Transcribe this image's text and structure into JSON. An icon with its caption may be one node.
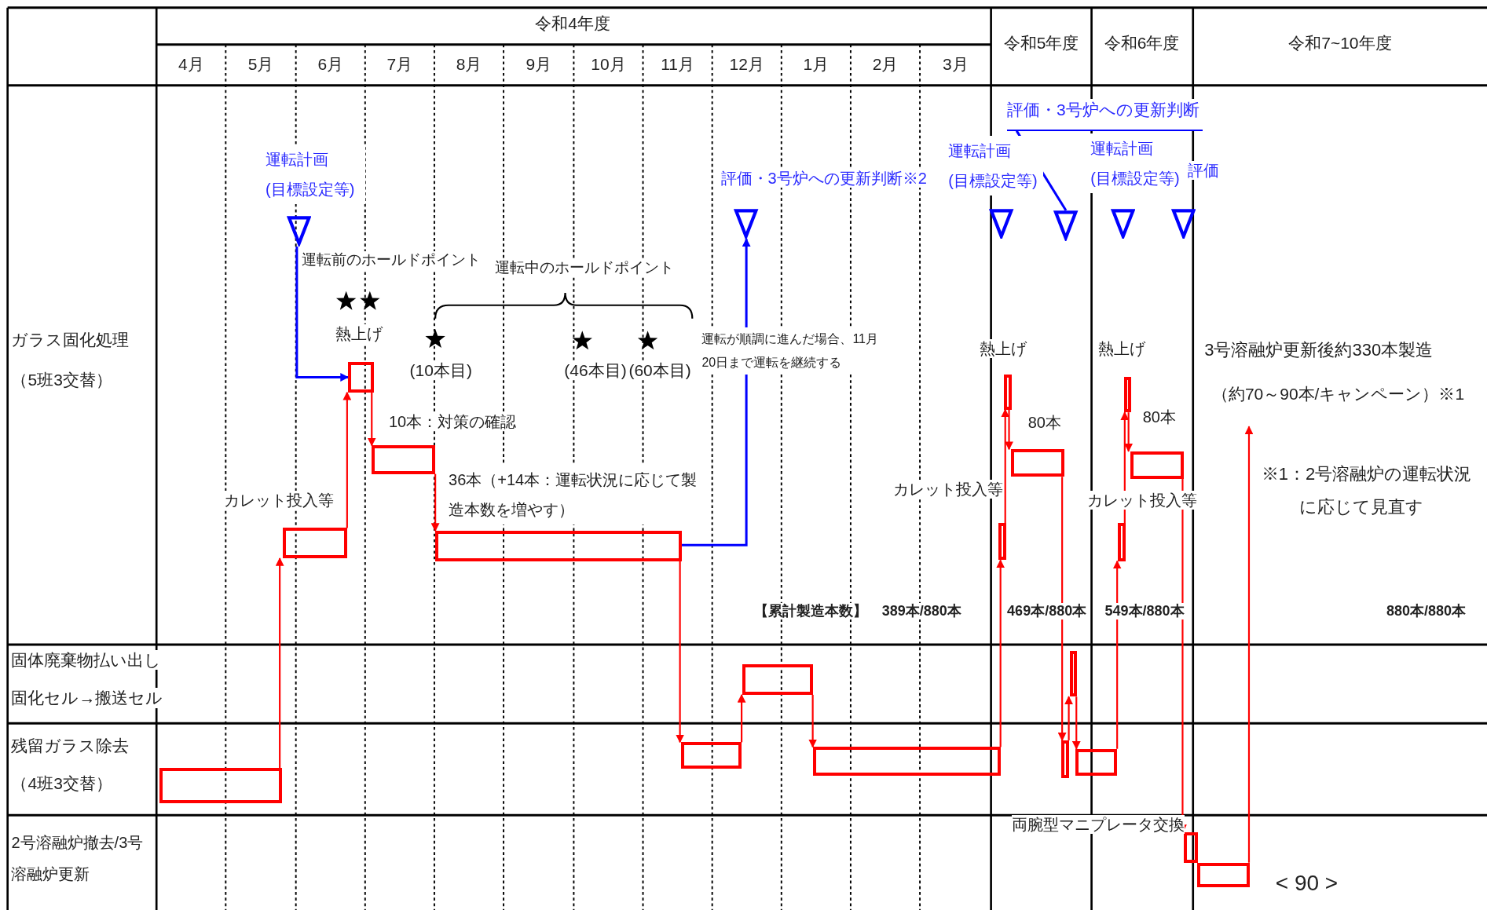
{
  "diagram": {
    "nodes": [
      {
        "text": [],
        "shape": "triangle",
        "beside": [
          "運転計画 (目標設定等)"
        ]
      },
      {
        "text": [],
        "shape": "triangle",
        "beside": [
          "評価・3号炉への更新判断※2"
        ]
      },
      {
        "text": [
          "評価・3号炉への更新判断"
        ]
      },
      {
        "text": [],
        "shape": "triangle",
        "beside": [
          "運転計画 (目標設定等)"
        ]
      },
      {
        "text": [],
        "shape": "triangle"
      },
      {
        "text": [],
        "shape": "triangle"
      },
      {
        "text": [],
        "shape": "triangle",
        "beside": [
          "評価"
        ]
      },
      {
        "text": [
          "3号溶融炉更新後約330本製造",
          "（約70～90本/キャンペーン）※1"
        ]
      },
      {
        "text": [],
        "shape": "bar"
      },
      {
        "text": [],
        "shape": "bar",
        "beside": [
          "カレット投入等"
        ]
      },
      {
        "text": [],
        "shape": "bar",
        "beside": [
          "熱上げ"
        ]
      },
      {
        "text": [],
        "shape": "bar",
        "beside": [
          "10本：対策の確認"
        ]
      },
      {
        "text": [],
        "shape": "bar",
        "beside": [
          "36本（+14本：運転状況に応じて製造本数を増やす）"
        ]
      },
      {
        "text": [],
        "shape": "bar"
      },
      {
        "text": [],
        "shape": "bar"
      },
      {
        "text": [],
        "shape": "bar"
      },
      {
        "text": [],
        "shape": "bar"
      },
      {
        "text": [],
        "shape": "bar",
        "beside": [
          "熱上げ"
        ]
      },
      {
        "text": [],
        "shape": "bar"
      },
      {
        "text": [],
        "shape": "bar"
      },
      {
        "text": [],
        "shape": "bar"
      },
      {
        "text": [],
        "shape": "bar"
      },
      {
        "text": [],
        "shape": "bar"
      },
      {
        "text": [],
        "shape": "bar",
        "beside": [
          "熱上げ"
        ]
      },
      {
        "text": [],
        "shape": "bar"
      },
      {
        "text": [],
        "shape": "bar",
        "beside": [
          "両腕型マニプレータ交換"
        ]
      },
      {
        "text": [],
        "shape": "bar"
      }
    ],
    "edges": [
      {
        "from": 0,
        "to": 10,
        "arrow": "to",
        "color": "#0000ff"
      },
      {
        "from": 12,
        "to": 1,
        "arrow": "to",
        "color": "#0000ff"
      },
      {
        "from": 2,
        "to": 4,
        "arrow": "none",
        "color": "#0000ff"
      },
      {
        "from": 8,
        "to": 9,
        "arrow": "to"
      },
      {
        "from": 9,
        "to": 10,
        "arrow": "to"
      },
      {
        "from": 10,
        "to": 11,
        "arrow": "to"
      },
      {
        "from": 11,
        "to": 12,
        "arrow": "to"
      },
      {
        "from": 12,
        "to": 13,
        "arrow": "to"
      },
      {
        "from": 13,
        "to": 14,
        "arrow": "to"
      },
      {
        "from": 14,
        "to": 15,
        "arrow": "to"
      },
      {
        "from": 15,
        "to": 16,
        "arrow": "to"
      },
      {
        "from": 16,
        "to": 17,
        "arrow": "to"
      },
      {
        "from": 17,
        "to": 18,
        "arrow": "to"
      },
      {
        "from": 18,
        "to": 19,
        "arrow": "to"
      },
      {
        "from": 19,
        "to": 20,
        "arrow": "to"
      },
      {
        "from": 20,
        "to": 21,
        "arrow": "to"
      },
      {
        "from": 21,
        "to": 22,
        "arrow": "to"
      },
      {
        "from": 22,
        "to": 23,
        "arrow": "to"
      },
      {
        "from": 23,
        "to": 24,
        "arrow": "to"
      },
      {
        "from": 24,
        "to": 25,
        "arrow": "to"
      },
      {
        "from": 26,
        "to": 7,
        "arrow": "to"
      }
    ],
    "labels": [
      "令和4年度",
      "4月",
      "5月",
      "6月",
      "7月",
      "8月",
      "9月",
      "10月",
      "11月",
      "12月",
      "1月",
      "2月",
      "3月",
      "令和5年度",
      "令和6年度",
      "令和7~10年度",
      "ガラス固化処理",
      "（5班3交替）",
      "固体廃棄物払い出し",
      "固化セル→搬送セル",
      "残留ガラス除去",
      "（4班3交替）",
      "2号溶融炉撤去/3号溶融炉更新",
      "運転前のホールドポイント",
      "運転中のホールドポイント",
      "(10本目)",
      "(46本目)",
      "(60本目)",
      "運転が順調に進んだ場合、11月20日まで運転を継続する",
      "※1：2号溶融炉の運転状況に応じて見直す",
      "【累計製造本数】",
      "389本/880本",
      "469本/880本",
      "549本/880本",
      "880本/880本",
      "< 90 >",
      "運転計画 (目標設定等)",
      "カレット投入等",
      "80本",
      "カレット投入等",
      "80本"
    ]
  }
}
